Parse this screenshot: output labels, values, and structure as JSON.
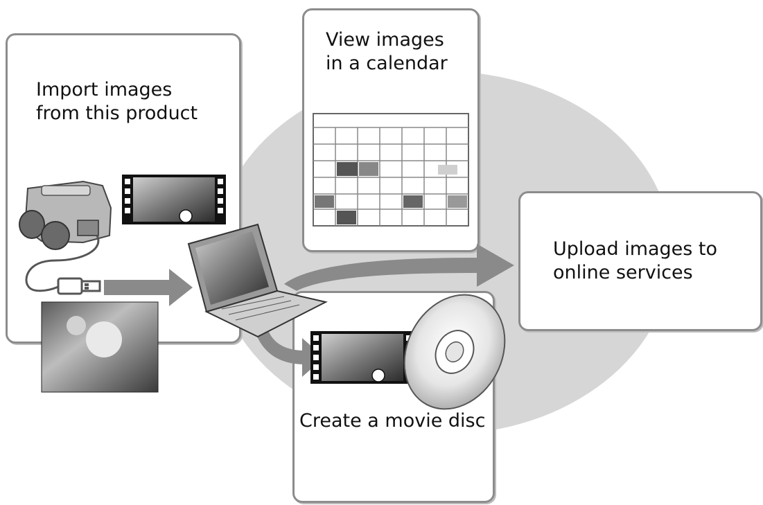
{
  "diagram": {
    "import_box": {
      "line1": "Import images",
      "line2": "from this product"
    },
    "calendar_box": {
      "line1": "View images",
      "line2": "in a calendar"
    },
    "upload_box": {
      "line1": "Upload images to",
      "line2": "online services"
    },
    "disc_box": {
      "label": "Create a movie disc"
    }
  },
  "icons": [
    "binoculars-camera-icon",
    "usb-cable-icon",
    "film-strip-icon",
    "photo-icon",
    "laptop-icon",
    "calendar-icon",
    "dvd-disc-icon",
    "arrow-icon"
  ],
  "colors": {
    "ellipse": "#d9d9d9",
    "arrow": "#8a8a8a",
    "box_border": "#8c8c8c"
  }
}
